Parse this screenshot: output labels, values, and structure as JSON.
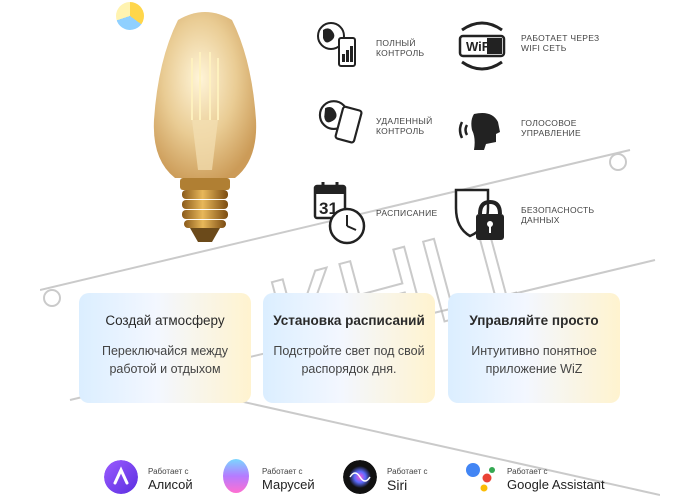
{
  "features": [
    {
      "icon": "globe-phone-icon",
      "label": "Полный контроль"
    },
    {
      "icon": "wifi-icon",
      "label": "Работает через WiFi сеть"
    },
    {
      "icon": "globe-tablet-icon",
      "label": "Удаленный контроль"
    },
    {
      "icon": "voice-control-icon",
      "label": "Голосовое управление"
    },
    {
      "icon": "calendar-clock-icon",
      "label": "Расписание"
    },
    {
      "icon": "shield-lock-icon",
      "label": "Безопасность данных"
    }
  ],
  "wifi_badge": "WiFi",
  "calendar_day": "31",
  "cards": [
    {
      "title": "Создай атмосферу",
      "body": "Переключайся между работой и отдыхом"
    },
    {
      "title": "Установка расписаний",
      "body": "Подстройте свет под свой распорядок дня."
    },
    {
      "title": "Управляйте просто",
      "body": "Интуитивно понятное приложение WiZ"
    }
  ],
  "assistants": [
    {
      "small": "Работает с",
      "name": "Алисой"
    },
    {
      "small": "Работает с",
      "name": "Марусей"
    },
    {
      "small": "Работает с",
      "name": "Siri"
    },
    {
      "small": "Работает с",
      "name": "Google Assistant"
    }
  ],
  "watermark": "КНЦ",
  "colors": {
    "card_blue": "#dbeeff",
    "card_yellow": "#fff3cf",
    "alice": "#7b3ff2",
    "google_blue": "#4285f4",
    "google_red": "#ea4335",
    "google_yellow": "#fbbc05",
    "google_green": "#34a853"
  }
}
